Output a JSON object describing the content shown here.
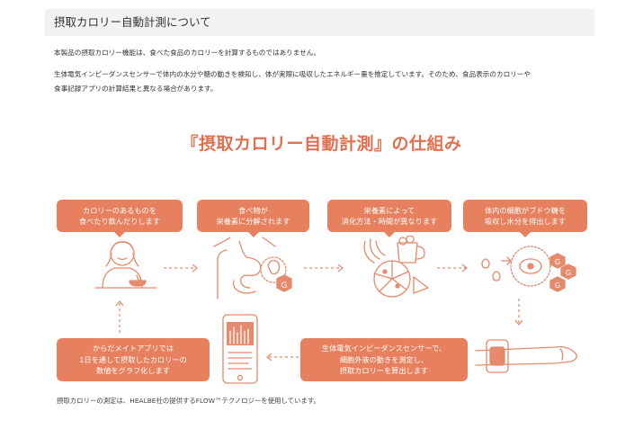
{
  "header": {
    "title": "摂取カロリー自動計測について"
  },
  "paragraphs": {
    "p1": "本製品の摂取カロリー機能は、食べた食品のカロリーを計算するものではありません。",
    "p2": "生体電気インピーダンスセンサーで体内の水分や糖の動きを検知し、体が実際に吸収したエネルギー量を推定しています。そのため、食品表示のカロリーや",
    "p3": "食事記録アプリの計算結果と異なる場合があります。"
  },
  "diagram": {
    "title": "『摂取カロリー自動計測』の仕組み",
    "steps": [
      {
        "line1": "カロリーのあるものを",
        "line2": "食べたり飲んだりします"
      },
      {
        "line1": "食べ物が",
        "line2": "栄養素に分解されます"
      },
      {
        "line1": "栄養素によって",
        "line2": "消化方法・時間が異なります"
      },
      {
        "line1": "体内の細胞がブドウ糖を",
        "line2": "吸収し水分を排出します"
      },
      {
        "line1": "生体電気インピーダンスセンサーで、",
        "line2": "細胞外液の動きを測定し、",
        "line3": "摂取カロリーを算出します"
      },
      {
        "line1": "からだメイトアプリでは",
        "line2": "1日を通して摂取したカロリーの",
        "line3": "数値をグラフ化します"
      }
    ],
    "glucose_label": "G"
  },
  "footnote": "摂取カロリーの測定は、HEALBE社の提供するFLOW™テクノロジーを使用しています。",
  "colors": {
    "accent": "#e7805e",
    "title": "#e0704f",
    "line": "#e58a6c"
  }
}
